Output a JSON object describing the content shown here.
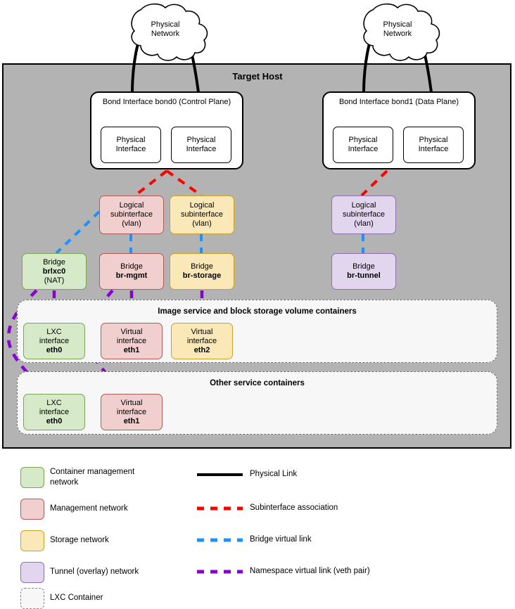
{
  "diagram": {
    "host": {
      "title": "Target Host"
    },
    "clouds": [
      {
        "id": "cloud-left",
        "line1": "Physical",
        "line2": "Network"
      },
      {
        "id": "cloud-right",
        "line1": "Physical",
        "line2": "Network"
      }
    ],
    "bonds": [
      {
        "id": "bond0",
        "title": "Bond Interface",
        "name": "bond0",
        "role": "(Control Plane)",
        "interfaces": [
          {
            "line1": "Physical",
            "line2": "Interface"
          },
          {
            "line1": "Physical",
            "line2": "Interface"
          }
        ]
      },
      {
        "id": "bond1",
        "title": "Bond Interface",
        "name": "bond1",
        "role": "(Data Plane)",
        "interfaces": [
          {
            "line1": "Physical",
            "line2": "Interface"
          },
          {
            "line1": "Physical",
            "line2": "Interface"
          }
        ]
      }
    ],
    "subinterfaces": [
      {
        "id": "subif-mgmt",
        "line1": "Logical",
        "line2": "subinterface",
        "line3": "(vlan)",
        "network": "management"
      },
      {
        "id": "subif-storage",
        "line1": "Logical",
        "line2": "subinterface",
        "line3": "(vlan)",
        "network": "storage"
      },
      {
        "id": "subif-tunnel",
        "line1": "Logical",
        "line2": "subinterface",
        "line3": "(vlan)",
        "network": "tunnel"
      }
    ],
    "bridges": [
      {
        "id": "bridge-brlxc0",
        "line1": "Bridge",
        "name": "brlxc0",
        "note": "(NAT)",
        "network": "container-management"
      },
      {
        "id": "bridge-br-mgmt",
        "line1": "Bridge",
        "name": "br-mgmt",
        "note": "",
        "network": "management"
      },
      {
        "id": "bridge-br-storage",
        "line1": "Bridge",
        "name": "br-storage",
        "note": "",
        "network": "storage"
      },
      {
        "id": "bridge-br-tunnel",
        "line1": "Bridge",
        "name": "br-tunnel",
        "note": "",
        "network": "tunnel"
      }
    ],
    "container_groups": [
      {
        "id": "group-image-block",
        "title": "Image service and block storage volume containers",
        "interfaces": [
          {
            "id": "img-eth0",
            "line1": "LXC",
            "line2": "interface",
            "name": "eth0",
            "network": "container-management"
          },
          {
            "id": "img-eth1",
            "line1": "Virtual",
            "line2": "interface",
            "name": "eth1",
            "network": "management"
          },
          {
            "id": "img-eth2",
            "line1": "Virtual",
            "line2": "interface",
            "name": "eth2",
            "network": "storage"
          }
        ]
      },
      {
        "id": "group-other",
        "title": "Other service containers",
        "interfaces": [
          {
            "id": "oth-eth0",
            "line1": "LXC",
            "line2": "interface",
            "name": "eth0",
            "network": "container-management"
          },
          {
            "id": "oth-eth1",
            "line1": "Virtual",
            "line2": "interface",
            "name": "eth1",
            "network": "management"
          }
        ]
      }
    ]
  },
  "legend": {
    "swatches": [
      {
        "id": "legend-container-management",
        "label": "Container management network",
        "fill": "#d6e9c9",
        "stroke": "#7ba352",
        "dashed": false
      },
      {
        "id": "legend-management",
        "label": "Management network",
        "fill": "#f2cfcf",
        "stroke": "#b05a5a",
        "dashed": false
      },
      {
        "id": "legend-storage",
        "label": "Storage network",
        "fill": "#fae8b8",
        "stroke": "#c9a227",
        "dashed": false
      },
      {
        "id": "legend-tunnel",
        "label": "Tunnel (overlay) network",
        "fill": "#e2d5ee",
        "stroke": "#8f6fae",
        "dashed": false
      },
      {
        "id": "legend-lxc-container",
        "label": "LXC Container",
        "fill": "#f7f7f7",
        "stroke": "#8a8a8a",
        "dashed": true
      }
    ],
    "lines": [
      {
        "id": "legend-physical-link",
        "label": "Physical Link",
        "color": "#000000",
        "style": "solid"
      },
      {
        "id": "legend-subinterface-assoc",
        "label": "Subinterface association",
        "color": "#ff0000",
        "style": "dashed"
      },
      {
        "id": "legend-bridge-virtual-link",
        "label": "Bridge virtual link",
        "color": "#1e90ff",
        "style": "dashed"
      },
      {
        "id": "legend-namespace-veth",
        "label": "Namespace virtual link (veth pair)",
        "color": "#8a00d4",
        "style": "dashed"
      }
    ]
  },
  "colors": {
    "host_background": "#b3b3b3",
    "container_management": {
      "fill": "#d6e9c9",
      "stroke": "#7ba352"
    },
    "management": {
      "fill": "#f2cfcf",
      "stroke": "#b05a5a"
    },
    "storage": {
      "fill": "#fae8b8",
      "stroke": "#c9a227"
    },
    "tunnel": {
      "fill": "#e2d5ee",
      "stroke": "#8f6fae"
    },
    "physical_link": "#000000",
    "subinterface_link": "#ff0000",
    "bridge_link": "#1e90ff",
    "veth_link": "#8a00d4"
  }
}
